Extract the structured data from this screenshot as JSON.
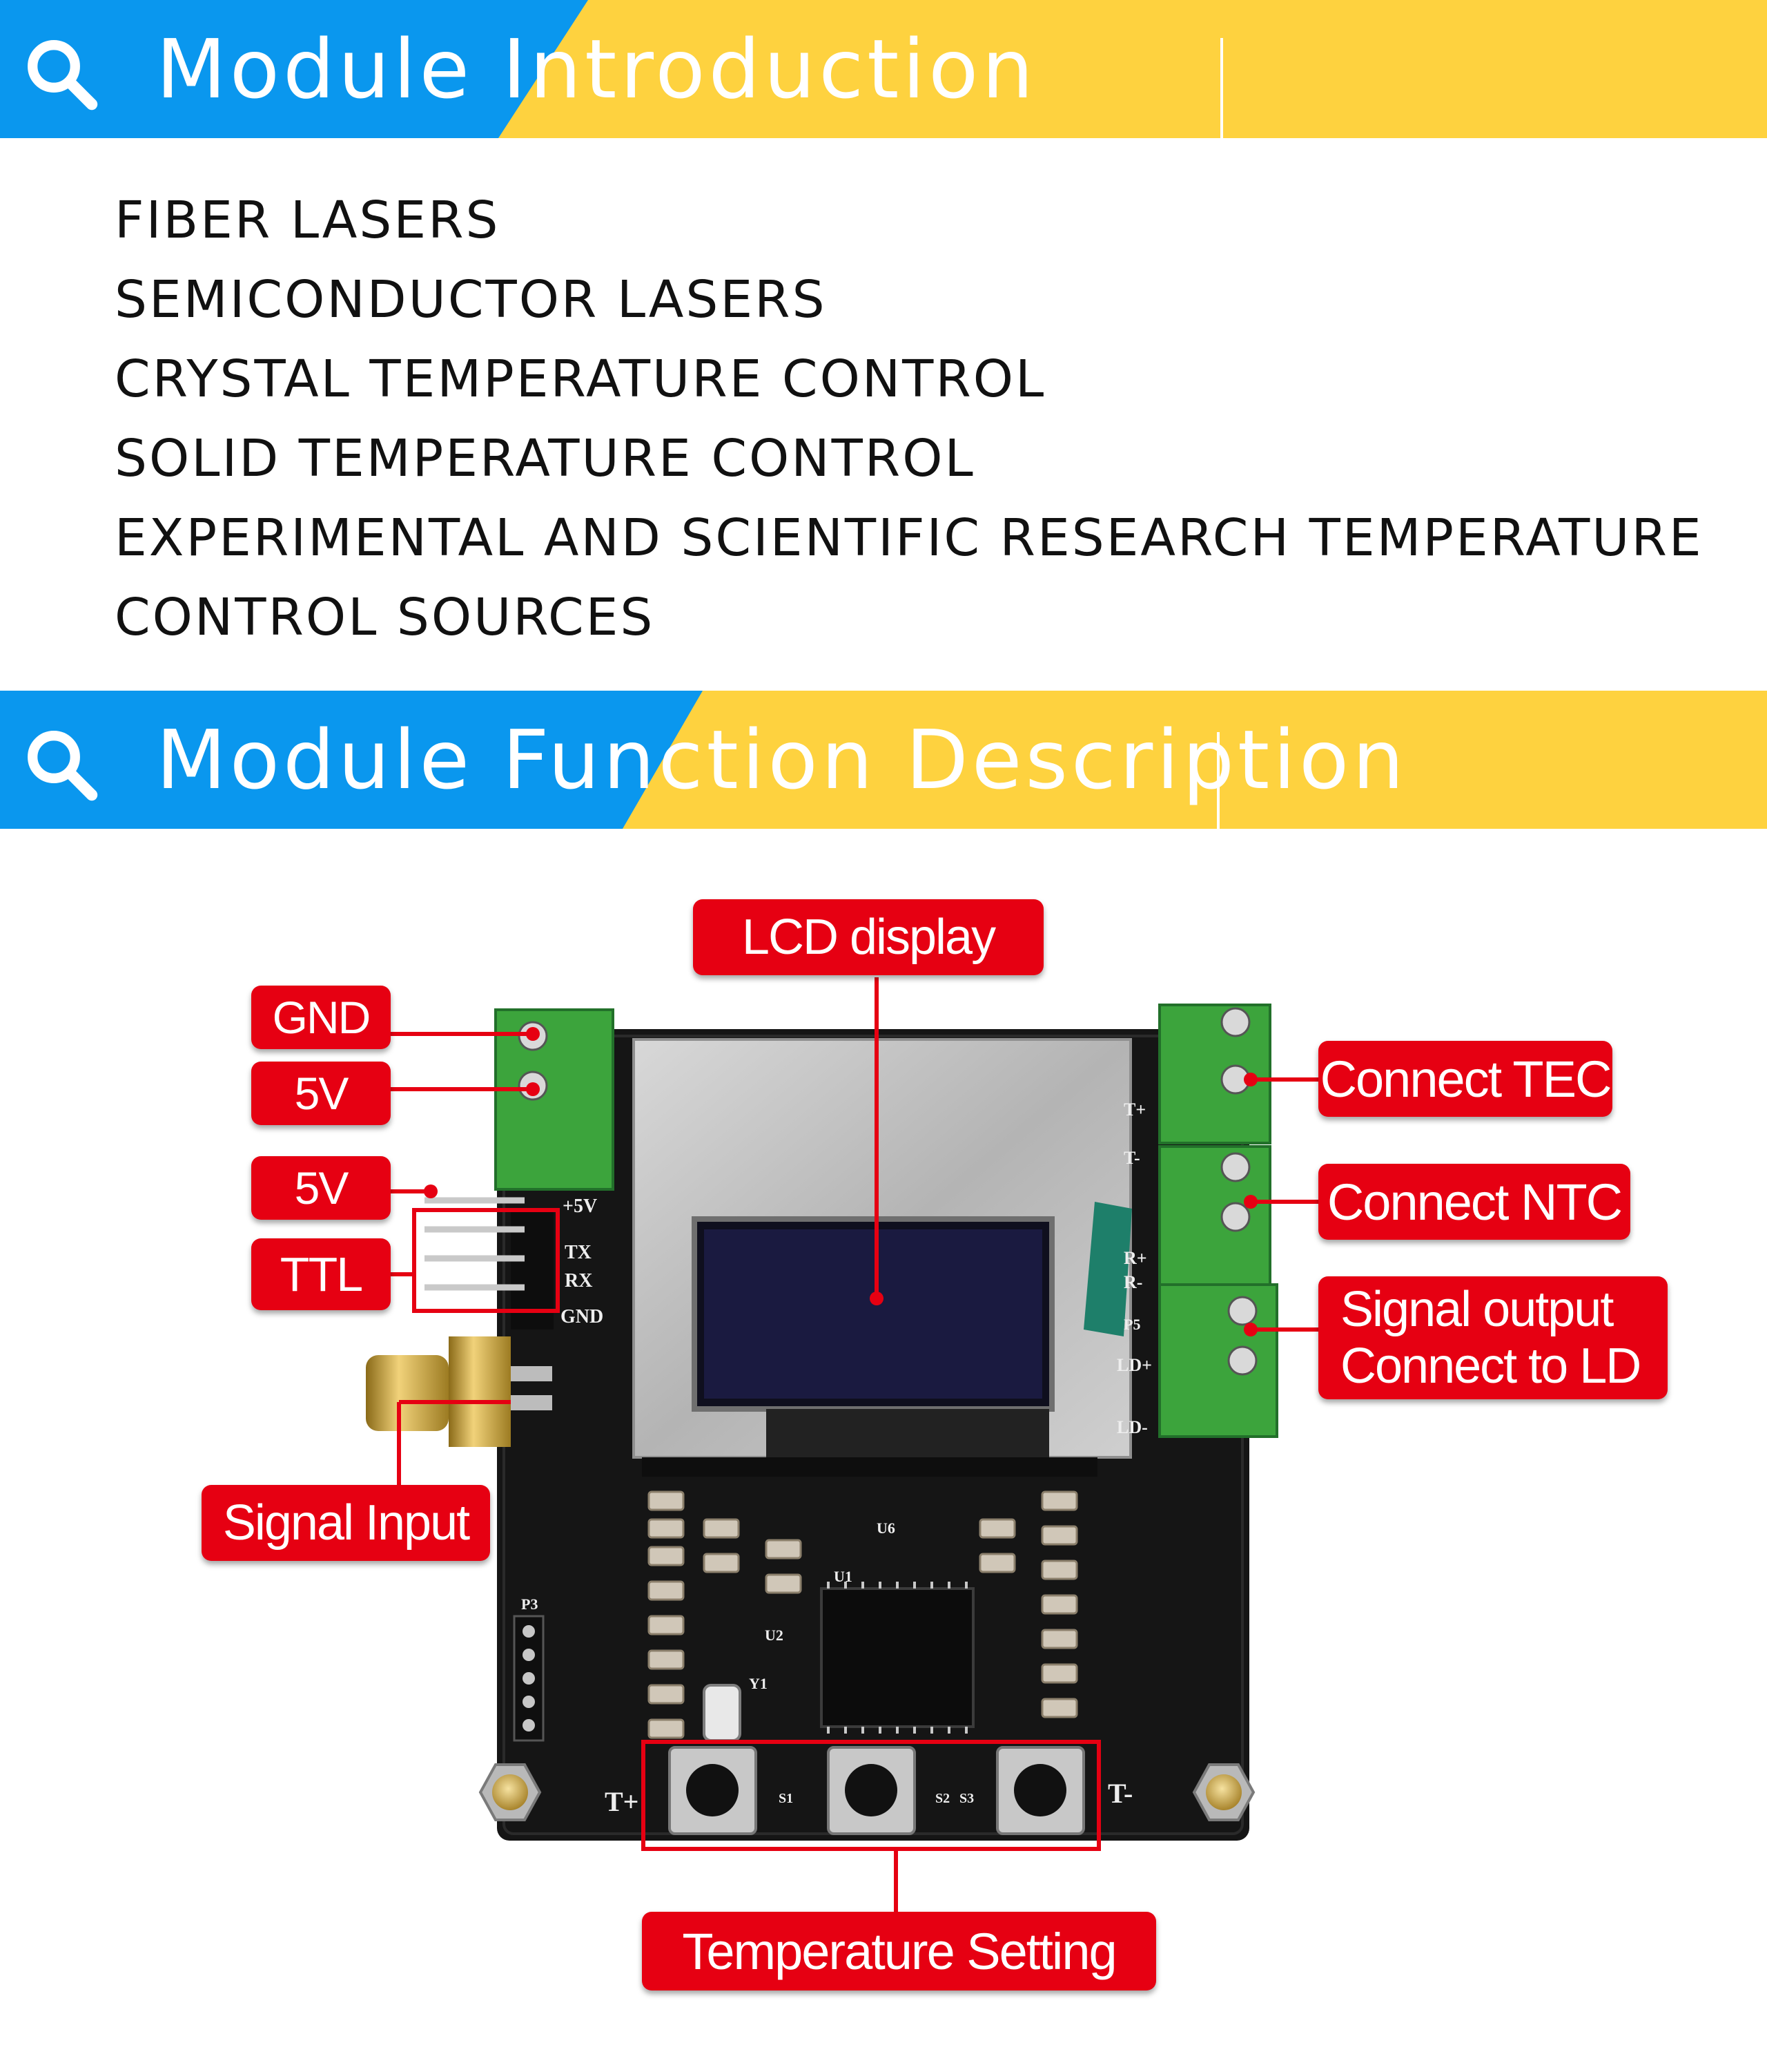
{
  "colors": {
    "banner_blue": "#0a97ee",
    "banner_yellow": "#fed23f",
    "callout_red": "#e60012",
    "pcb_black": "#121212",
    "terminal_green": "#3ca43c"
  },
  "icons": {
    "banner_icon": "search-icon"
  },
  "sections": {
    "intro": {
      "title": "Module Introduction",
      "items": [
        "FIBER LASERS",
        "SEMICONDUCTOR LASERS",
        "CRYSTAL TEMPERATURE CONTROL",
        "SOLID TEMPERATURE CONTROL",
        "EXPERIMENTAL AND SCIENTIFIC RESEARCH TEMPERATURE",
        "CONTROL SOURCES"
      ]
    },
    "function": {
      "title": "Module Function Description",
      "callouts": {
        "lcd": "LCD display",
        "gnd": "GND",
        "v5_power": "5V",
        "v5_header": "5V",
        "ttl": "TTL",
        "signal_input": "Signal Input",
        "connect_tec": "Connect TEC",
        "connect_ntc": "Connect NTC",
        "signal_output_1": "Signal output",
        "signal_output_2": "Connect to LD",
        "temp_setting": "Temperature Setting"
      }
    }
  },
  "board": {
    "silkscreen_left": [
      "+5V",
      "TX",
      "RX",
      "GND",
      "P3"
    ],
    "silkscreen_right": [
      "T+",
      "T-",
      "R+",
      "R-",
      "LD+",
      "LD-",
      "P5"
    ],
    "silkscreen_bottom": [
      "T+",
      "T-",
      "S1",
      "S2",
      "S3"
    ],
    "chip_labels": [
      "U1",
      "U2",
      "U6",
      "Y1"
    ]
  }
}
